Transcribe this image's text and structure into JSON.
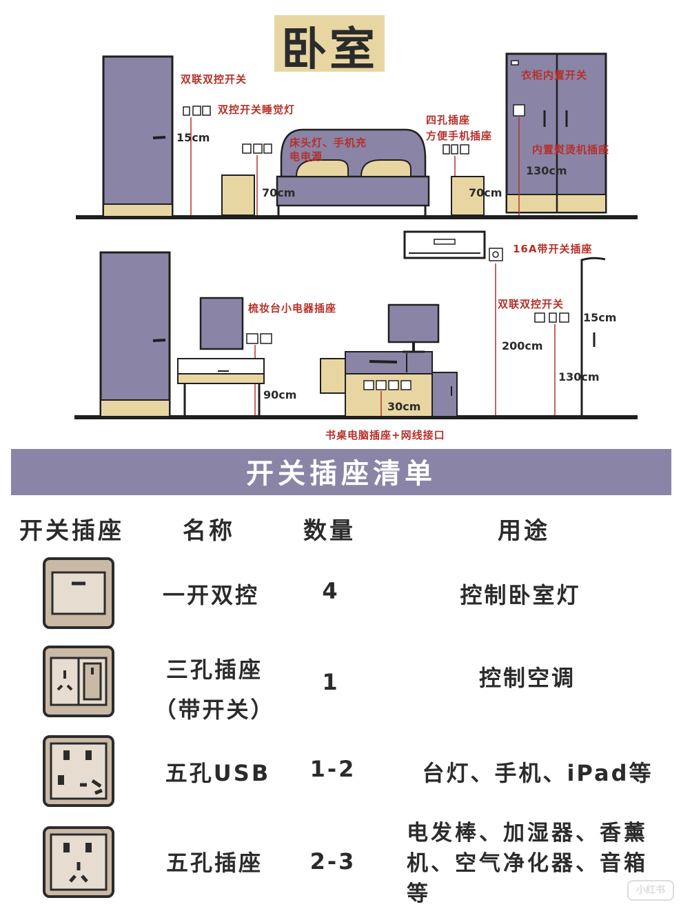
{
  "title": "卧室",
  "diagram": {
    "labels": {
      "double_switch": "双联双控开关",
      "sleep_light": "双控开关睡觉灯",
      "wardrobe_switch": "衣柜内置开关",
      "bedside_a": "床头灯、手机充",
      "bedside_b": "电电源",
      "four_hole_a": "四孔插座",
      "four_hole_b": "方便手机插座",
      "iron_socket": "内置熨烫机插座",
      "ac_socket": "16A带开关插座",
      "vanity_socket": "梳妆台小电器插座",
      "double_switch_2": "双联双控开关",
      "desk_socket": "书桌电脑插座+网线接口"
    },
    "dims": {
      "d15a": "15cm",
      "d70a": "70cm",
      "d70b": "70cm",
      "d130a": "130cm",
      "d90": "90cm",
      "d30": "30cm",
      "d200": "200cm",
      "d15b": "15cm",
      "d130b": "130cm"
    }
  },
  "list": {
    "title": "开关插座清单",
    "headers": [
      "开关插座",
      "名称",
      "数量",
      "用途"
    ],
    "rows": [
      {
        "icon": "switch-icon",
        "name": "一开双控",
        "qty": "4",
        "use": "控制卧室灯"
      },
      {
        "icon": "three-hole-socket-with-switch-icon",
        "name_1": "三孔插座",
        "name_2": "（带开关）",
        "qty": "1",
        "use": "控制空调"
      },
      {
        "icon": "usb-five-hole-socket-icon",
        "name": "五孔USB",
        "qty": "1-2",
        "use": "台灯、手机、iPad等"
      },
      {
        "icon": "five-hole-socket-icon",
        "name": "五孔插座",
        "qty": "2-3",
        "use_1": "电发棒、加湿器、香薰",
        "use_2": "机、空气净化器、音箱",
        "use_3": "等"
      }
    ]
  },
  "watermark": "小红书",
  "colors": {
    "purple": "#8a84a6",
    "tan": "#e8d6a2",
    "red_label": "#b5302a",
    "ink": "#2b2b2b",
    "icon_bg": "#c9b9a5"
  }
}
